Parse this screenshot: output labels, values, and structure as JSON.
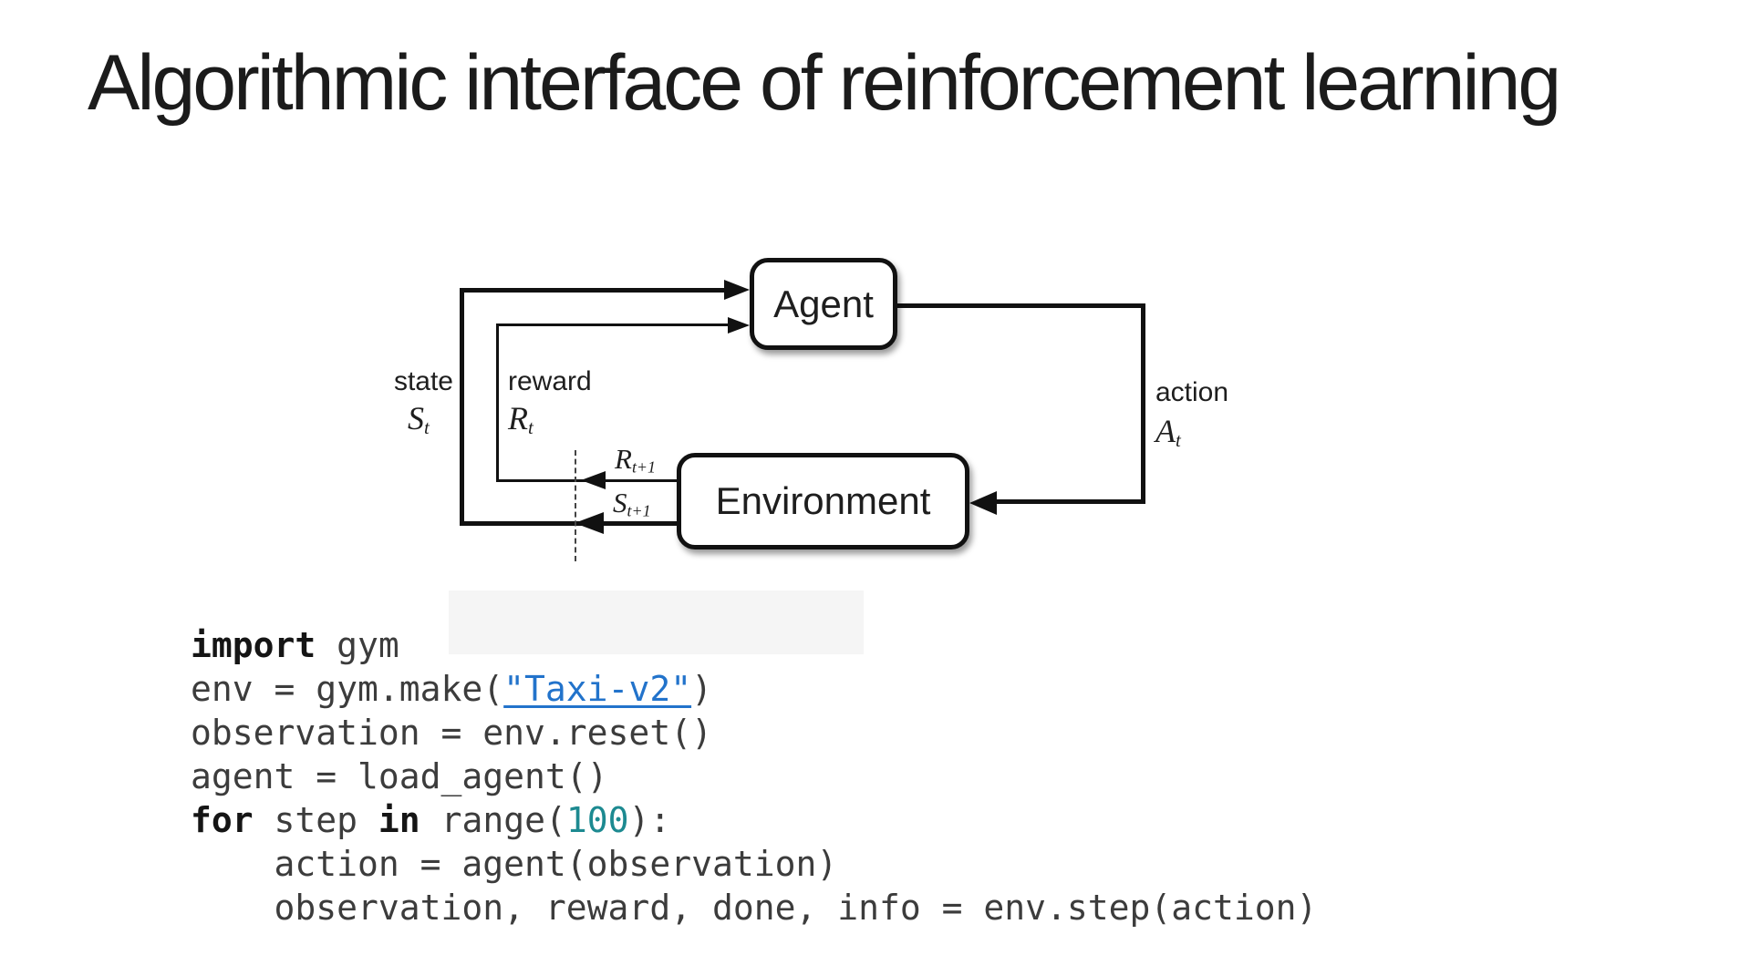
{
  "slide": {
    "title": "Algorithmic interface of reinforcement learning"
  },
  "diagram": {
    "agent_label": "Agent",
    "environment_label": "Environment",
    "state_label": "state",
    "state_symbol": "S",
    "state_sub": "t",
    "reward_label": "reward",
    "reward_symbol": "R",
    "reward_sub": "t",
    "action_label": "action",
    "action_symbol": "A",
    "action_sub": "t",
    "next_reward_symbol": "R",
    "next_reward_sub": "t+1",
    "next_state_symbol": "S",
    "next_state_sub": "t+1"
  },
  "code": {
    "lines": [
      {
        "tokens": [
          {
            "text": "import",
            "style": "keyword"
          },
          {
            "text": " gym",
            "style": "plain"
          }
        ]
      },
      {
        "tokens": [
          {
            "text": "env = gym.make(",
            "style": "plain"
          },
          {
            "text": "\"Taxi-v2\"",
            "style": "link"
          },
          {
            "text": ")",
            "style": "plain"
          }
        ]
      },
      {
        "tokens": [
          {
            "text": "observation = env.reset()",
            "style": "plain"
          }
        ]
      },
      {
        "tokens": [
          {
            "text": "agent = load_agent()",
            "style": "plain"
          }
        ]
      },
      {
        "tokens": [
          {
            "text": "for",
            "style": "keyword"
          },
          {
            "text": " step ",
            "style": "plain"
          },
          {
            "text": "in",
            "style": "keyword"
          },
          {
            "text": " range(",
            "style": "plain"
          },
          {
            "text": "100",
            "style": "number"
          },
          {
            "text": "):",
            "style": "plain"
          }
        ]
      },
      {
        "tokens": [
          {
            "text": "    action = agent(observation)",
            "style": "plain"
          }
        ]
      },
      {
        "tokens": [
          {
            "text": "    observation, reward, done, info = env.step(action)",
            "style": "plain"
          }
        ]
      }
    ]
  },
  "colors": {
    "link_blue": "#2273cb",
    "number_teal": "#1d8a91",
    "code_text": "#3c3c3c",
    "keyword_black": "#151515",
    "diagram_ink": "#111111"
  }
}
